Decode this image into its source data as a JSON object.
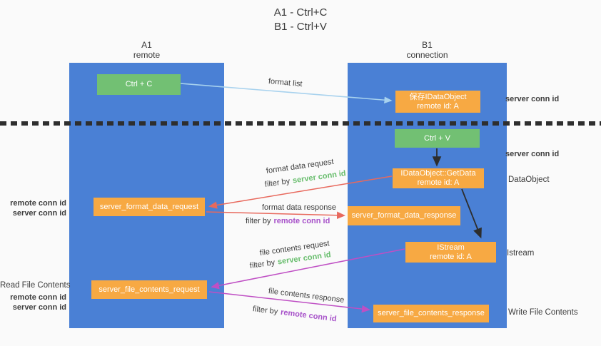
{
  "title": {
    "line1": "A1 - Ctrl+C",
    "line2": "B1 - Ctrl+V"
  },
  "lanes": [
    {
      "name": "A1",
      "role": "remote"
    },
    {
      "name": "B1",
      "role": "connection"
    }
  ],
  "nodes": {
    "ctrl_c": "Ctrl + C",
    "ctrl_v": "Ctrl + V",
    "save_idataobject": {
      "title": "保存IDataObject",
      "subtitle": "remote id: A"
    },
    "getdata": {
      "title": "IDataObject::GetData",
      "subtitle": "remote id: A"
    },
    "istream": {
      "title": "IStream",
      "subtitle": "remote id: A"
    },
    "format_request": "server_format_data_request",
    "format_response": "server_format_data_response",
    "file_request": "server_file_contents_request",
    "file_response": "server_file_contents_response"
  },
  "labels": {
    "format_list": "format list",
    "format_data_request": "format data request",
    "format_data_response": "format data response",
    "file_contents_request": "file contents request",
    "file_contents_response": "file contents response",
    "filter_by": "filter by",
    "server_conn_id": "server conn id",
    "remote_conn_id": "remote conn id",
    "read_file_contents": "Read File Contents",
    "write_file_contents": "Write File Contents",
    "dataobject": "DataObject",
    "istream_side": "Istream"
  },
  "colors": {
    "lane_blue": "#4a80d5",
    "node_green": "#72c073",
    "node_orange": "#f7a943",
    "arrow_light_blue": "#a8d2ee",
    "arrow_red": "#e8695d",
    "arrow_purple": "#bf4fc4",
    "arrow_black": "#2d2d2d",
    "text_green": "#67bd6c",
    "text_purple": "#a751c9",
    "background": "#fafafa"
  }
}
